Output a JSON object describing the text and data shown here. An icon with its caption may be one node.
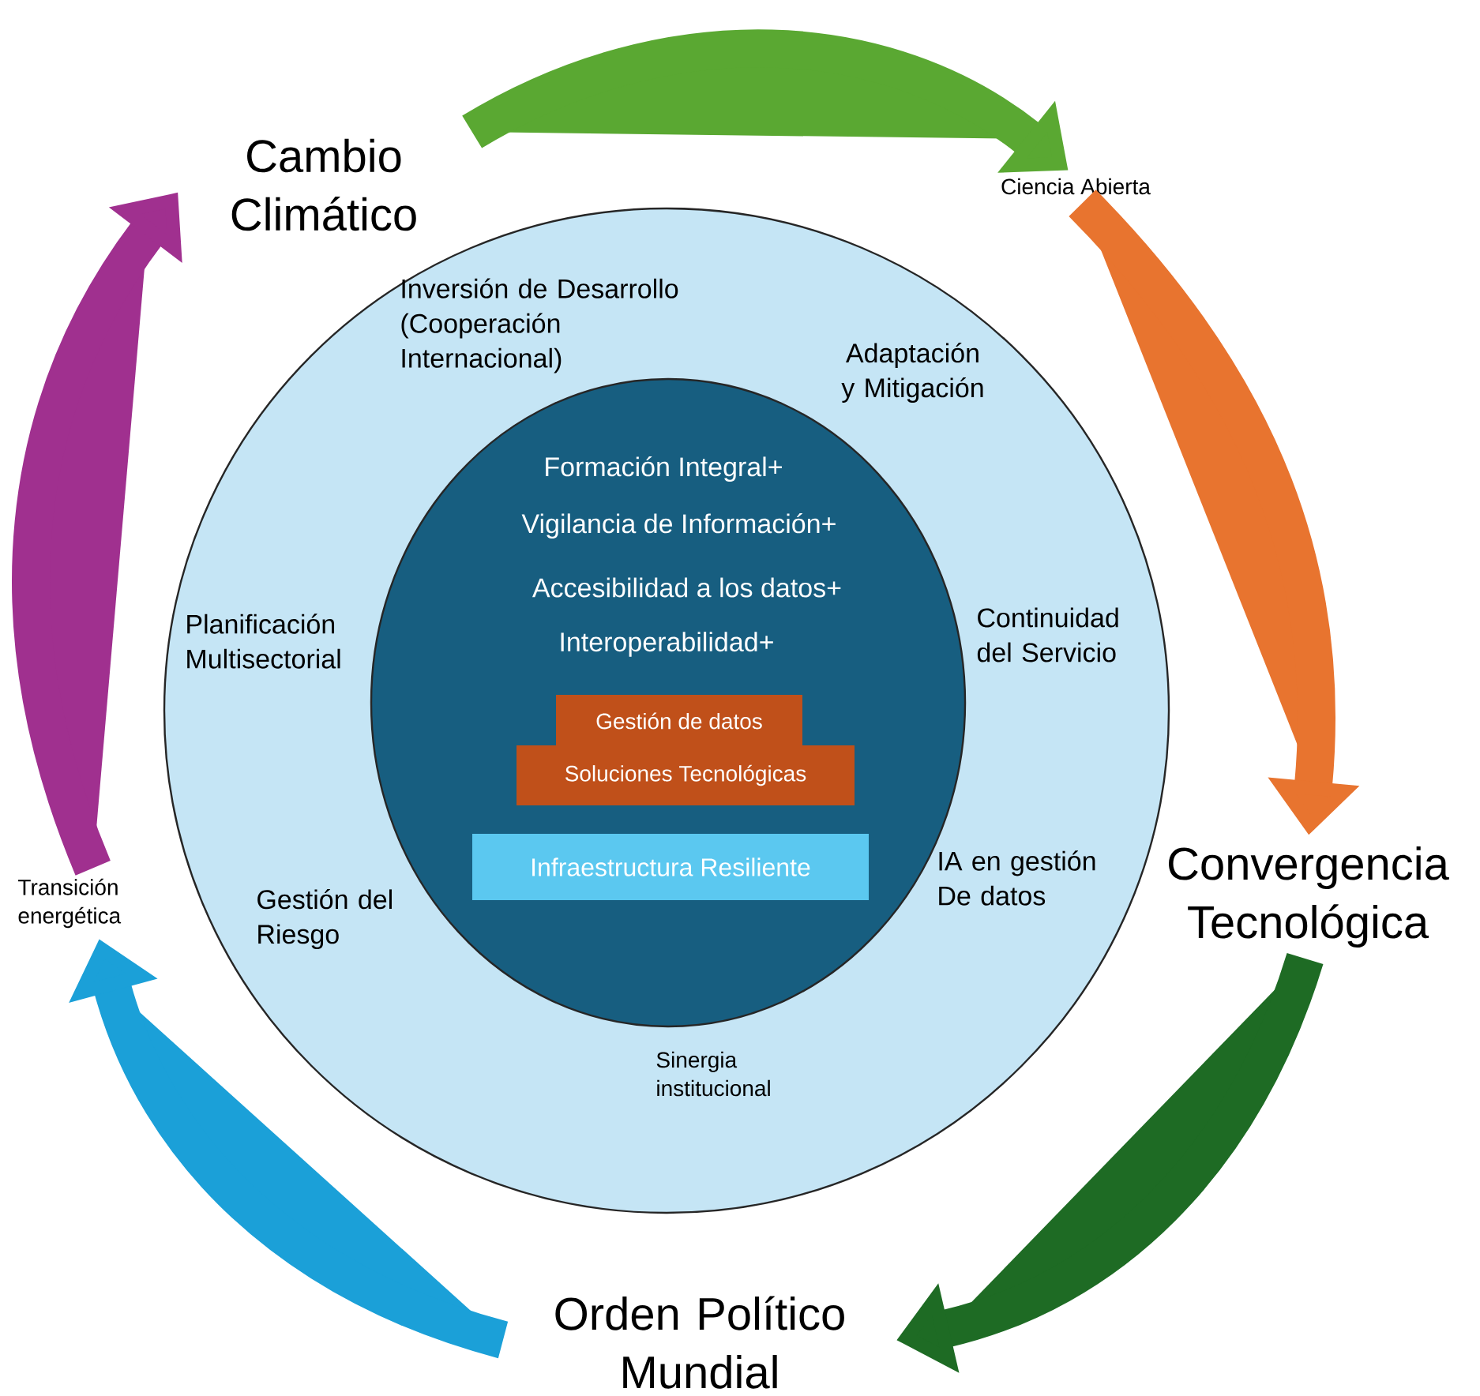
{
  "diagram": {
    "nodes": [
      {
        "text": [
          "Inversión de Desarrollo (Cooperación Internacional)",
          "Adaptación y Mitigación",
          "Planificación Multisectorial",
          "Continuidad del Servicio",
          "Gestión del Riesgo",
          "IA en gestión De datos",
          "Sinergia institucional"
        ]
      },
      {
        "text": [
          "Formación Integral+",
          "Vigilancia de Información+",
          "Accesibilidad a los datos+",
          "Interoperabilidad+"
        ],
        "in": 0
      },
      {
        "text": [
          "Gestión de datos"
        ],
        "in": 1
      },
      {
        "text": [
          "Soluciones Tecnológicas"
        ],
        "in": 1
      },
      {
        "text": [
          "Infraestructura Resiliente"
        ],
        "in": 1
      },
      {
        "text": [
          "Cambio Climático"
        ]
      },
      {
        "text": [
          "Ciencia Abierta"
        ]
      },
      {
        "text": [
          "Convergencia Tecnológica"
        ]
      },
      {
        "text": [
          "Orden Político Mundial"
        ]
      },
      {
        "text": [
          "Transición energética"
        ]
      }
    ],
    "edges": [
      {
        "from": 5,
        "to": 6,
        "arrow": "to",
        "color": "#5aa832"
      },
      {
        "from": 6,
        "to": 7,
        "arrow": "to",
        "color": "#e8742f"
      },
      {
        "from": 7,
        "to": 8,
        "arrow": "to",
        "color": "#1e6b24"
      },
      {
        "from": 8,
        "to": 9,
        "arrow": "to",
        "color": "#1ba0d8"
      },
      {
        "from": 9,
        "to": 5,
        "arrow": "to",
        "color": "#a0308f"
      }
    ]
  }
}
